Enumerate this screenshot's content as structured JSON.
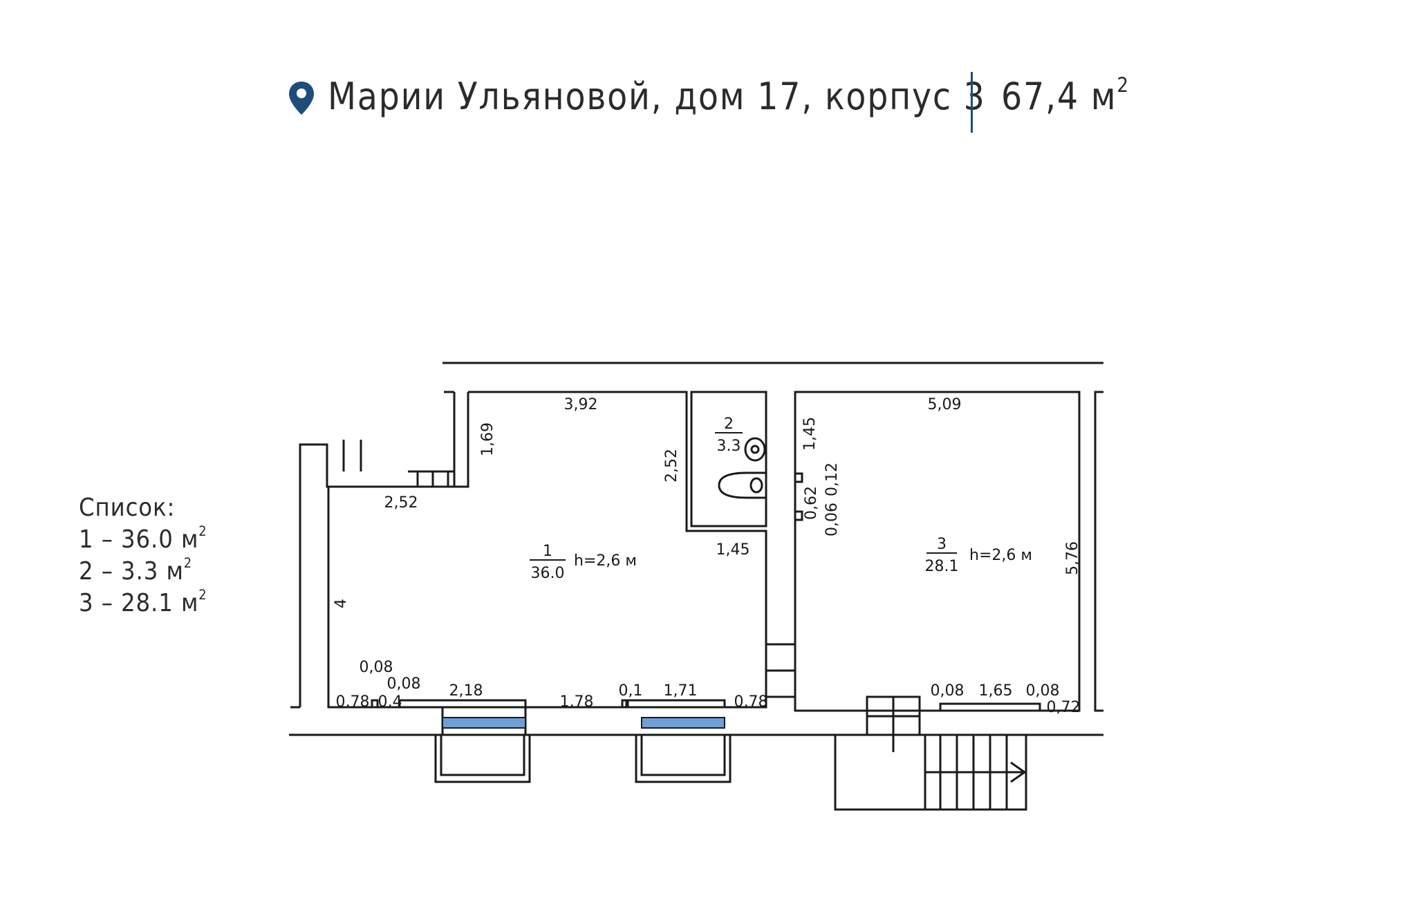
{
  "header": {
    "address": "Марии Ульяновой, дом 17, корпус 3",
    "total_area_value": "67,4 м",
    "area_unit_sup": "2",
    "pin_color": "#1d4e79"
  },
  "legend": {
    "title": "Список:",
    "items": [
      {
        "label": "1 – 36.0 м",
        "sup": "2"
      },
      {
        "label": "2 – 3.3 м",
        "sup": "2"
      },
      {
        "label": "3 – 28.1 м",
        "sup": "2"
      }
    ]
  },
  "plan": {
    "rooms": [
      {
        "number": "1",
        "area": "36.0",
        "height": "h=2,6 м"
      },
      {
        "number": "2",
        "area": "3.3"
      },
      {
        "number": "3",
        "area": "28.1",
        "height": "h=2,6 м"
      }
    ],
    "dims": {
      "d392": "3,92",
      "d169": "1,69",
      "d252a": "2,52",
      "d252b": "2,52",
      "d4": "4",
      "d145a": "1,45",
      "d145b": "1,45",
      "d062": "0,62",
      "d012": "0,12",
      "d006": "0,06",
      "d509": "5,09",
      "d576": "5,76",
      "d008a": "0,08",
      "d008b": "0,08",
      "d078a": "0,78",
      "d04": "0,4",
      "d218": "2,18",
      "d178": "1,78",
      "d01": "0,1",
      "d171": "1,71",
      "d078b": "0,78",
      "d008c": "0,08",
      "d165": "1,65",
      "d008d": "0,08",
      "d072": "0,72"
    },
    "window_color": "#6f9fd8"
  }
}
